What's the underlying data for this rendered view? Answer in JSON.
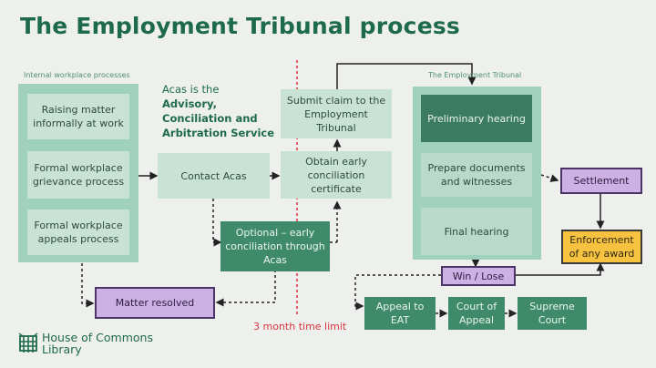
{
  "title": "The Employment Tribunal process",
  "sections": {
    "internal": "Internal workplace processes",
    "tribunal": "The Employment Tribunal"
  },
  "internal_steps": [
    "Raising matter informally at work",
    "Formal workplace grievance process",
    "Formal workplace appeals process"
  ],
  "acas": {
    "intro": "Acas is the",
    "name": "Advisory, Conciliation and Arbitration Service"
  },
  "contact_acas": "Contact Acas",
  "optional_conciliation": "Optional – early conciliation through Acas",
  "obtain_certificate": "Obtain early conciliation certificate",
  "submit_claim": "Submit claim to the Employment Tribunal",
  "tribunal_steps": [
    "Preliminary hearing",
    "Prepare documents and witnesses",
    "Final hearing"
  ],
  "settlement": "Settlement",
  "enforcement": "Enforcement of any award",
  "win_lose": "Win / Lose",
  "appeals": [
    "Appeal to EAT",
    "Court of Appeal",
    "Supreme Court"
  ],
  "matter_resolved": "Matter resolved",
  "time_limit": "3 month time limit",
  "logo": {
    "line1": "House of Commons",
    "line2": "Library",
    "icon": "portcullis-icon"
  },
  "colors": {
    "title_green": "#1e6a4c",
    "panel_green": "#9fd1be",
    "dark_green": "#3f8a6a",
    "purple": "#cdb1e4",
    "amber": "#f7c23f",
    "limit_red": "#d9363e"
  }
}
